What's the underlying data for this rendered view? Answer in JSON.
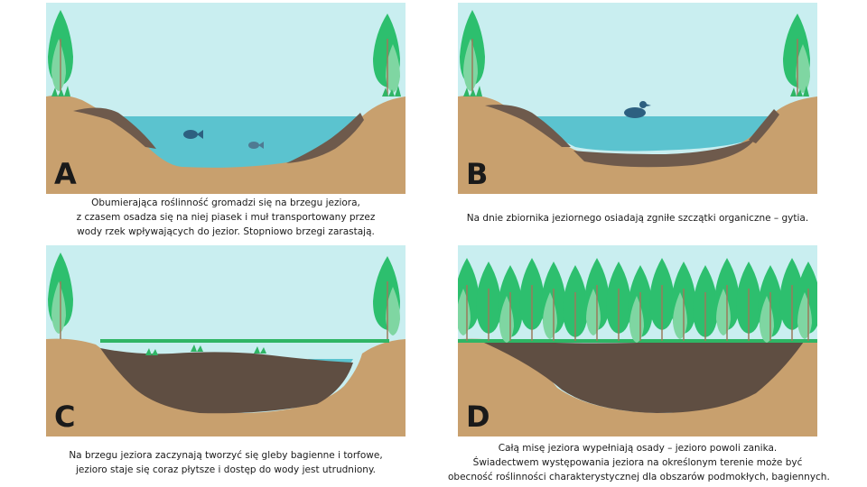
{
  "panels": {
    "a": {
      "letter": "A",
      "caption": [
        "Obumierająca roślinność gromadzi się na brzegu jeziora,",
        "z czasem osadza się na niej piasek i muł transportowany przez",
        "wody rzek wpływających do jezior. Stopniowo brzegi zarastają."
      ]
    },
    "b": {
      "letter": "B",
      "caption": [
        "Na dnie zbiornika jeziornego osiadają zgniłe szczątki organiczne – gytia."
      ]
    },
    "c": {
      "letter": "C",
      "caption": [
        "Na brzegu jeziora zaczynają tworzyć się gleby bagienne i torfowe,",
        "jezioro staje się coraz płytsze i dostęp do wody jest utrudniony."
      ]
    },
    "d": {
      "letter": "D",
      "caption": [
        "Całą misę jeziora wypełniają osady – jezioro powoli zanika.",
        "Świadectwem występowania jeziora na określonym terenie może być",
        "obecność roślinności charakterystycznej dla obszarów podmokłych, bagiennych."
      ]
    }
  },
  "colors": {
    "sky": "#c9eef0",
    "water": "#5bc3cf",
    "soil": "#c8a06e",
    "sediment": "#6e5a4c",
    "peat": "#5f4e42",
    "tree_dark": "#2dbf6e",
    "tree_light": "#7fd6a2",
    "trunk": "#9a7a5a",
    "grass": "#2fb565",
    "animal": "#2d6080"
  },
  "icons": {
    "tree": "tree-icon",
    "fish": "fish-icon",
    "duck": "duck-icon",
    "grass": "grass-tuft-icon"
  }
}
